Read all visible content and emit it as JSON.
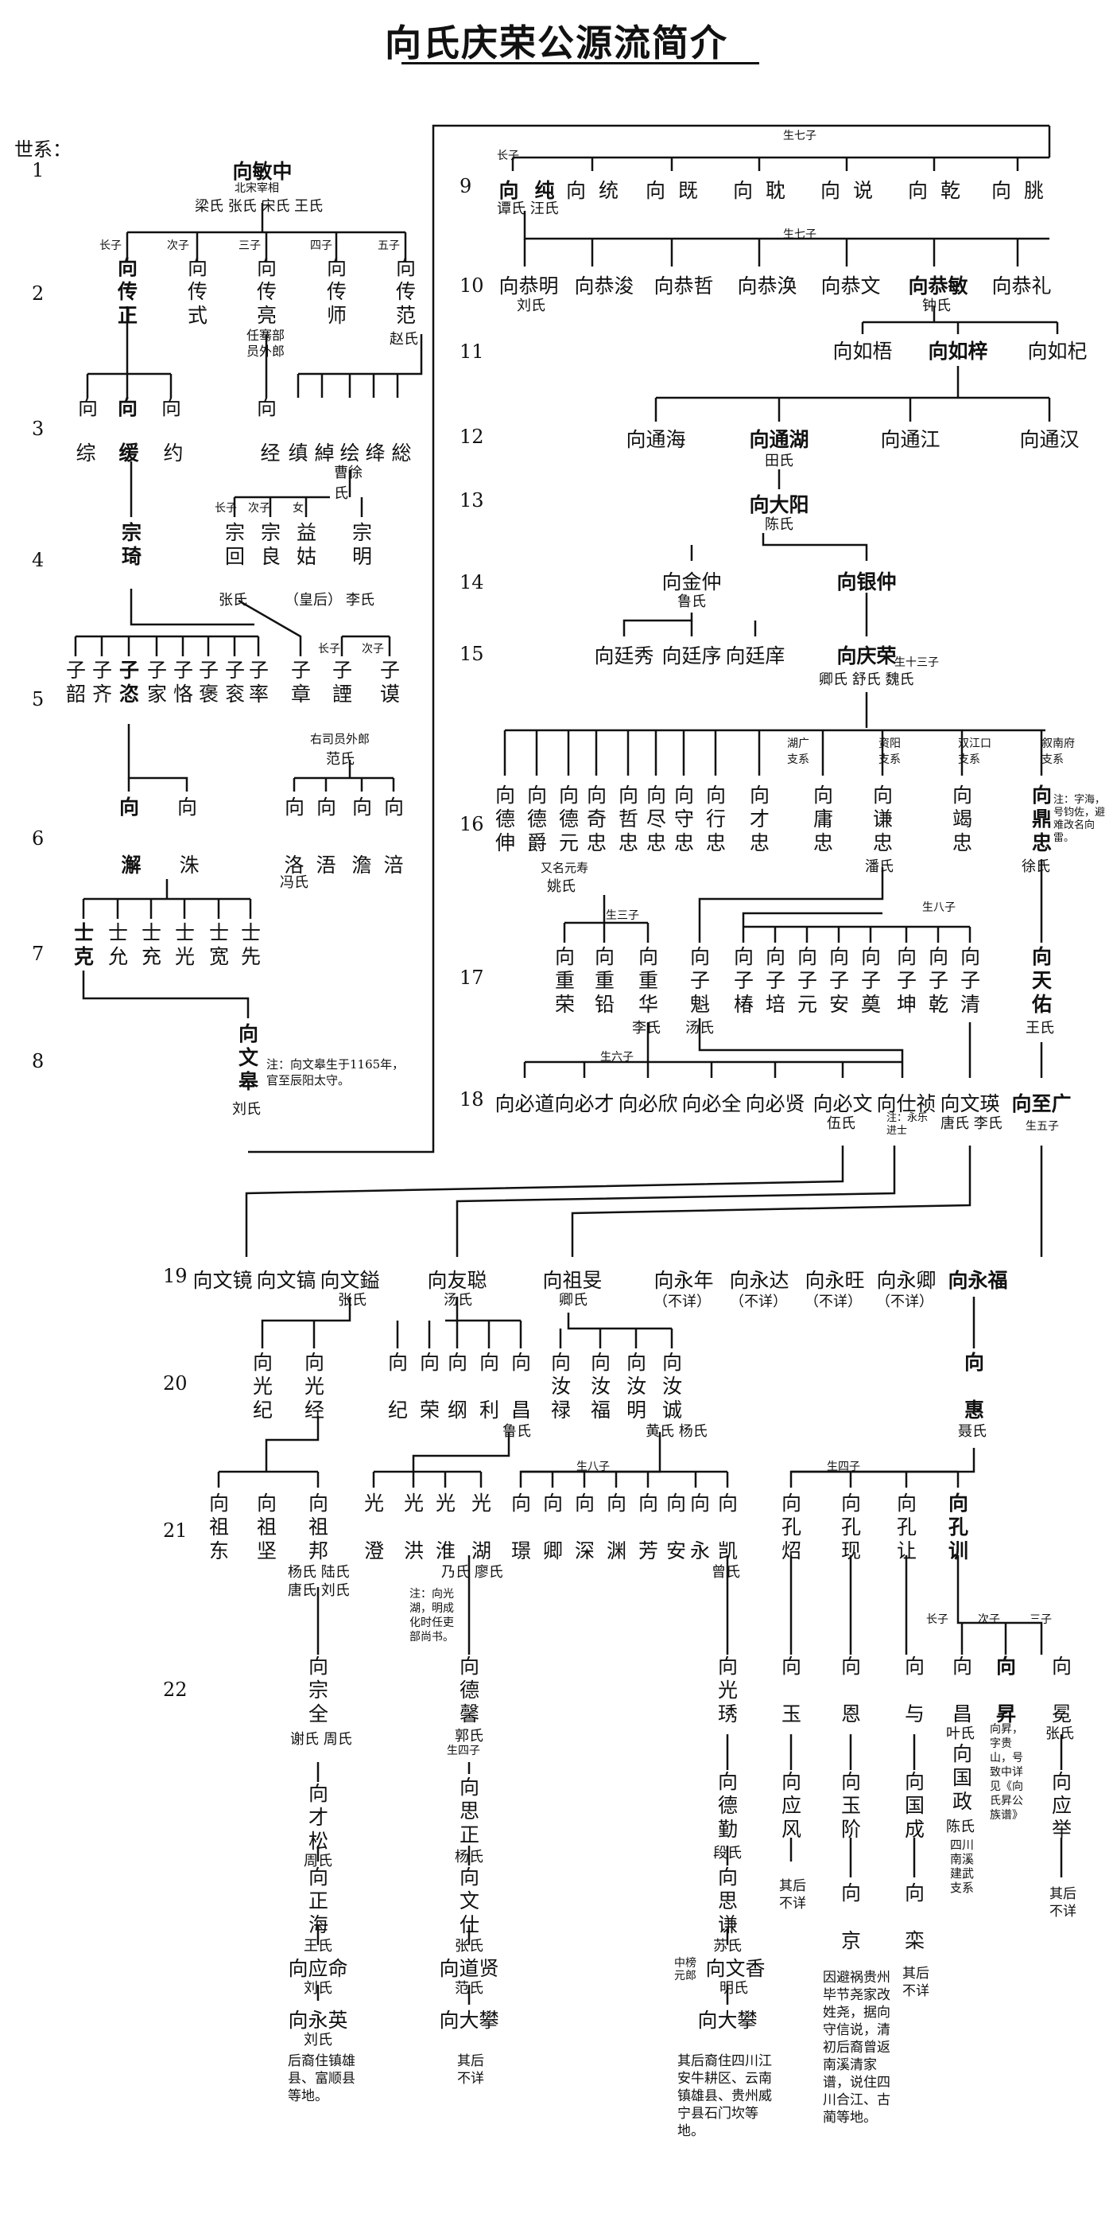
{
  "title": "向氏庆荣公源流简介",
  "generation_header": "世系：",
  "generations": [
    "1",
    "2",
    "3",
    "4",
    "5",
    "6",
    "7",
    "8",
    "9",
    "10",
    "11",
    "12",
    "13",
    "14",
    "15",
    "16",
    "17",
    "18",
    "19",
    "20",
    "21",
    "22"
  ],
  "g1": {
    "name": "向敏中",
    "note": "北宋宰相",
    "spouses": "梁氏 张氏 宋氏 王氏"
  },
  "g2": {
    "labels": [
      "长子",
      "次子",
      "三子",
      "四子",
      "五子"
    ],
    "names": [
      "向传正",
      "向传式",
      "向传亮",
      "向传师",
      "向传范"
    ],
    "notes": {
      "liang": "任骞部员外郎",
      "fan_spouse": "赵氏"
    }
  },
  "g3": {
    "names": [
      "综",
      "缓",
      "约",
      "经",
      "缜",
      "綽",
      "绘",
      "绛",
      "総"
    ],
    "spouse_cao": "曹徐氏"
  },
  "g4": {
    "names": [
      "宗琦",
      "宗回",
      "宗良",
      "益姑",
      "宗明"
    ],
    "labels": [
      "长子",
      "次子",
      "女"
    ],
    "notes": {
      "huihou": "（皇后）",
      "hui_spouse": "张氏",
      "ming_spouse": "李氏"
    }
  },
  "g5": {
    "names": [
      "子韶",
      "子齐",
      "子恣",
      "子家",
      "子恪",
      "子褒",
      "子衮",
      "子率",
      "子章",
      "子諲",
      "子谟"
    ],
    "labels": [
      "长子",
      "次子"
    ],
    "notes": {
      "zimo": "右司员外郎",
      "zimo_spouse": "范氏"
    }
  },
  "g6": {
    "names": [
      "向",
      "向",
      "洛",
      "浯",
      "澹",
      "涪"
    ],
    "persons": [
      "澥",
      "洙"
    ],
    "spouse": "冯氏"
  },
  "g7": {
    "names": [
      "士克",
      "士允",
      "士充",
      "士光",
      "士宽",
      "士先"
    ]
  },
  "g8": {
    "name": "文皋",
    "note": "注：向文皋生于1165年，官至辰阳太守。",
    "spouse": "刘氏"
  },
  "g9": {
    "label": "生七子",
    "first": "长子",
    "names": [
      "纯",
      "统",
      "既",
      "耽",
      "说",
      "乾",
      "朓"
    ],
    "spouse": "谭氏 汪氏"
  },
  "g10": {
    "label": "生七子",
    "names": [
      "向恭明",
      "向恭浚",
      "向恭哲",
      "向恭涣",
      "向恭文",
      "向恭敏",
      "向恭礼"
    ],
    "notes": {
      "ming": "刘氏",
      "min": "钟氏"
    }
  },
  "g11": {
    "names": [
      "向如梧",
      "向如梓",
      "向如杞"
    ]
  },
  "g12": {
    "names": [
      "向通海",
      "向通湖",
      "向通江",
      "向通汉"
    ],
    "spouse": "田氏"
  },
  "g13": {
    "name": "向大阳",
    "spouse": "陈氏"
  },
  "g14": {
    "names": [
      "向金仲",
      "向银仲"
    ],
    "spouse": "鲁氏"
  },
  "g15": {
    "names": [
      "向廷秀",
      "向廷序",
      "向廷庠",
      "向庆荣"
    ],
    "spouses": "卿氏 舒氏 魏氏",
    "label": "生十三子"
  },
  "g16": {
    "names": [
      "德伸",
      "德爵",
      "德元",
      "奇忠",
      "哲忠",
      "尽忠",
      "守忠",
      "行忠",
      "才忠",
      "庸忠",
      "谦忠",
      "竭忠",
      "鼎忠"
    ],
    "branches": [
      "湖广支系",
      "资阳支系",
      "双江口支系",
      "叙南府支系"
    ],
    "notes": {
      "nanshou": "又名元寿",
      "yao": "姚氏",
      "pan": "潘氏",
      "xu": "徐氏",
      "dingzhong": "注：字海，号钧佐，避难改名向雷。"
    }
  },
  "g17": {
    "names": [
      "重荣",
      "重铅",
      "重华",
      "子魁",
      "子椿",
      "子培",
      "子元",
      "子安",
      "子奠",
      "子坤",
      "子乾",
      "子清",
      "天佑"
    ],
    "labels": [
      "生三子",
      "生八子"
    ],
    "notes": {
      "li": "李氏",
      "tang": "汤氏",
      "wang": "王氏"
    }
  },
  "g18": {
    "names": [
      "向必道",
      "向必才",
      "向必欣",
      "向必全",
      "向必贤",
      "向必文",
      "向仕祯",
      "向文瑛",
      "向至广"
    ],
    "label": "生六子",
    "notes": {
      "wu": "伍氏",
      "zhushen": "注：永乐进士",
      "tangli": "唐氏 李氏",
      "shengwu": "生五子"
    }
  },
  "g19": {
    "names": [
      "向文镜",
      "向文镐",
      "向文鎰",
      "向友聪",
      "向祖旻",
      "向永年",
      "向永达",
      "向永旺",
      "向永卿",
      "向永福"
    ],
    "notes": {
      "zhang": "张氏",
      "tang": "汤氏",
      "qing": "卿氏",
      "unknown": "（不详）"
    }
  },
  "g20": {
    "names": [
      "光纪",
      "光经",
      "纪",
      "荣",
      "纲",
      "利",
      "昌",
      "汝禄",
      "汝福",
      "汝明",
      "汝诚",
      "惠"
    ],
    "notes": {
      "lu": "鲁氏",
      "huang": "黄氏 杨氏",
      "nie": "聂氏"
    }
  },
  "g21": {
    "names": [
      "祖东",
      "祖坚",
      "祖邦",
      "光澄",
      "光洪",
      "光淮",
      "光湖",
      "璟",
      "卿",
      "深",
      "渊",
      "芳",
      "安",
      "永",
      "凯",
      "孔炤",
      "孔现",
      "孔让",
      "孔训"
    ],
    "labels": [
      "生八子",
      "生四子"
    ],
    "notes": {
      "yang": "杨氏 陆氏",
      "tang": "唐氏 刘氏",
      "nai": "乃氏 廖氏",
      "zeng": "曾氏",
      "guanghu": "注：向光湖，明成化时任吏部尚书。"
    }
  },
  "g22": {
    "col1": [
      "向宗全",
      "谢氏 周氏",
      "向才松",
      "周氏",
      "向正海",
      "王氏",
      "向应命",
      "刘氏",
      "向永英",
      "刘氏",
      "后裔住镇雄县、富顺县等地。"
    ],
    "col2": [
      "向德馨",
      "郭氏",
      "生四子",
      "向思正",
      "杨氏",
      "向文仕",
      "张氏",
      "向道贤",
      "范氏",
      "向大攀",
      "其后不详"
    ],
    "col3": [
      "向光琇",
      "向德勤",
      "段氏",
      "向思谦",
      "苏氏",
      "中榜元郎",
      "向文香",
      "明氏",
      "向大攀",
      "其后裔住四川江安牛耕区、云南镇雄县、贵州威宁县石门坎等地。"
    ],
    "col4": [
      "玉",
      "向应风",
      "其后不详"
    ],
    "col5": [
      "恩",
      "向玉阶",
      "向京",
      "因避祸贵州毕节尧家改姓尧，据向守信说，清初后裔曾返南溪清家谱，说住四川合江、古蔺等地。"
    ],
    "col6": [
      "与",
      "向国成",
      "向栾",
      "其后不详"
    ],
    "col7": [
      "昌",
      "叶氏",
      "向国政",
      "陈氏",
      "四川南溪建武支系"
    ],
    "col8": [
      "昇",
      "向昇，字贵山，号致中详见《向氏昇公族谱》"
    ],
    "col9": [
      "冕",
      "张氏",
      "向应举",
      "其后不详"
    ],
    "labels": [
      "长子",
      "次子",
      "三子"
    ]
  }
}
